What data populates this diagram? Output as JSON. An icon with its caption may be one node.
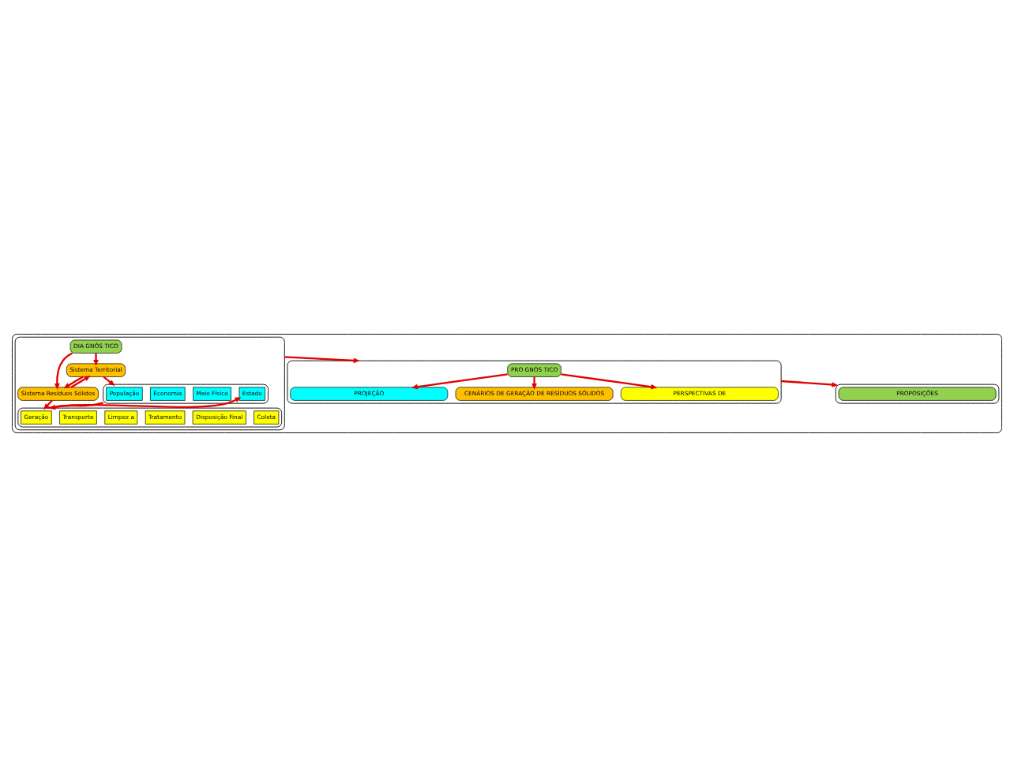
{
  "diagram": {
    "nodes": [
      {
        "text": [],
        "shape": "box"
      },
      {
        "text": [],
        "shape": "box",
        "in": 0
      },
      {
        "text": [
          "DIA GNÓS TICO"
        ],
        "in": 1
      },
      {
        "text": [
          "Sistema Territorial"
        ],
        "in": 1
      },
      {
        "text": [
          "Sistema Resíduos Sólidos"
        ],
        "in": 1
      },
      {
        "text": [],
        "shape": "box",
        "in": 1
      },
      {
        "text": [
          "População"
        ],
        "in": 5
      },
      {
        "text": [
          "Meio Físico"
        ],
        "in": 5
      },
      {
        "text": [
          "Economia"
        ],
        "in": 5
      },
      {
        "text": [
          "Estado"
        ],
        "in": 5
      },
      {
        "text": [],
        "shape": "box",
        "in": 1
      },
      {
        "text": [
          "Geração"
        ],
        "in": 10
      },
      {
        "text": [
          "Coleta"
        ],
        "in": 10
      },
      {
        "text": [
          "Transporte"
        ],
        "in": 10
      },
      {
        "text": [
          "Limpez a"
        ],
        "in": 10
      },
      {
        "text": [
          "Tratamento"
        ],
        "in": 10
      },
      {
        "text": [
          "Disposição Final"
        ],
        "in": 10
      },
      {
        "text": [],
        "shape": "box",
        "in": 0
      },
      {
        "text": [
          "PRO GNÓS TICO"
        ],
        "in": 17
      },
      {
        "text": [
          "PROJEÇÃO"
        ],
        "in": 17
      },
      {
        "text": [
          "CENÁRIOS DE GERAÇÃO DE RESÍDUOS SÓLIDOS"
        ],
        "in": 17
      },
      {
        "text": [
          "PERSPECTIVAS DE"
        ],
        "in": 17
      },
      {
        "text": [],
        "shape": "box",
        "in": 0
      },
      {
        "text": [
          "PROPOSIÇÕES"
        ],
        "in": 22
      }
    ],
    "edges": [
      {
        "from": 2,
        "to": 3,
        "arrow": "to"
      },
      {
        "from": 2,
        "to": 4,
        "arrow": "to"
      },
      {
        "from": 3,
        "to": 4,
        "arrow": "to"
      },
      {
        "from": 4,
        "to": 3,
        "arrow": "to"
      },
      {
        "from": 3,
        "to": 5,
        "arrow": "to"
      },
      {
        "from": 4,
        "to": 10,
        "arrow": "to"
      },
      {
        "from": 5,
        "to": 10,
        "arrow": "to"
      },
      {
        "from": 10,
        "to": 9,
        "arrow": "to"
      },
      {
        "from": 1,
        "to": 17,
        "arrow": "to"
      },
      {
        "from": 18,
        "to": 19,
        "arrow": "to"
      },
      {
        "from": 18,
        "to": 20,
        "arrow": "to"
      },
      {
        "from": 18,
        "to": 21,
        "arrow": "to"
      },
      {
        "from": 17,
        "to": 22,
        "arrow": "to"
      }
    ]
  }
}
